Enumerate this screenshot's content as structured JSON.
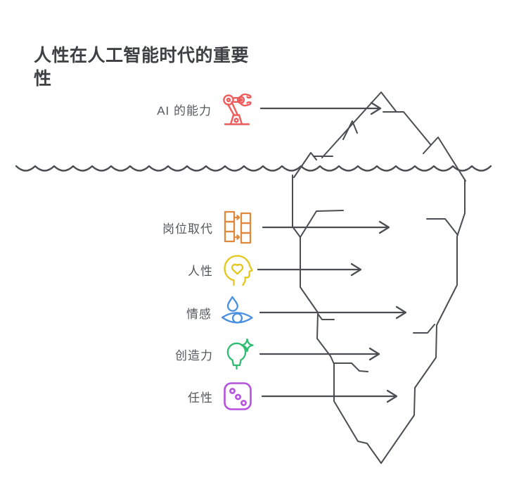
{
  "title": "人性在人工智能时代的重要性",
  "diagram": {
    "type": "iceberg",
    "line_color": "#4a4d52",
    "background": "#ffffff",
    "waterline": "wavy scalloped line separating above/below water"
  },
  "rows": [
    {
      "label": "AI 的能力",
      "icon": "robot-arm-icon",
      "color": "#ee5b5b",
      "position": "above-water"
    },
    {
      "label": "岗位取代",
      "icon": "job-replacement-icon",
      "color": "#e0883c",
      "position": "below-water"
    },
    {
      "label": "人性",
      "icon": "head-heart-icon",
      "color": "#e4c71d",
      "position": "below-water"
    },
    {
      "label": "情感",
      "icon": "eye-teardrop-icon",
      "color": "#4a90e2",
      "position": "below-water"
    },
    {
      "label": "创造力",
      "icon": "lightbulb-sparkle-icon",
      "color": "#2ebd72",
      "position": "below-water"
    },
    {
      "label": "任性",
      "icon": "dice-icon",
      "color": "#b552dd",
      "position": "below-water"
    }
  ]
}
